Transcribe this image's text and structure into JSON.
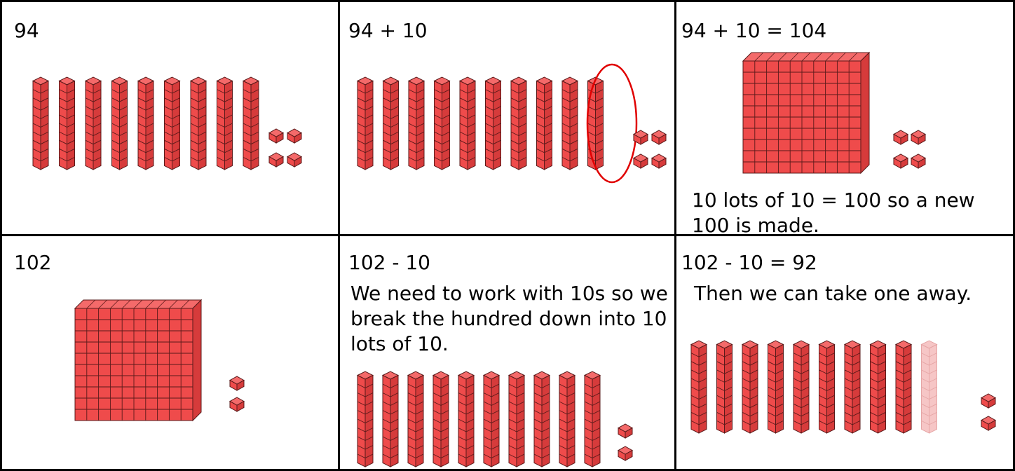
{
  "cells": [
    {
      "label": "94",
      "note": ""
    },
    {
      "label": "94 + 10",
      "note": ""
    },
    {
      "label": "94 + 10 = 104",
      "note": "10 lots of 10 = 100 so a new 100 is made."
    },
    {
      "label": "102",
      "note": ""
    },
    {
      "label": "102 - 10",
      "note": "We need to work with 10s so we break the hundred down into 10 lots of 10."
    },
    {
      "label": "102 - 10 = 92",
      "note": "Then we can take one away."
    }
  ],
  "colors": {
    "block_fill": "#ef4b4b",
    "block_top": "#f46a6a",
    "block_side": "#d63b3b",
    "block_line": "#5a1a1a",
    "faded_fill": "#f6c6c6",
    "faded_line": "#e6a6a6",
    "highlight_ring": "#e00000"
  }
}
